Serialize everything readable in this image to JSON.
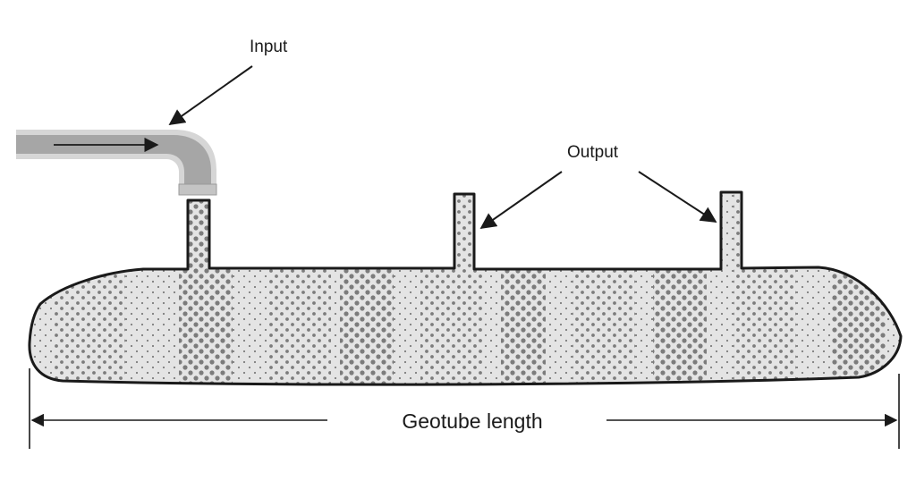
{
  "labels": {
    "input": "Input",
    "output": "Output",
    "length": "Geotube length"
  },
  "colors": {
    "outline": "#1a1a1a",
    "fill_base": "#e4e4e4",
    "dot": "#7c7c7c",
    "pipe_body": "#a6a6a6",
    "pipe_rim": "#d6d6d6"
  }
}
